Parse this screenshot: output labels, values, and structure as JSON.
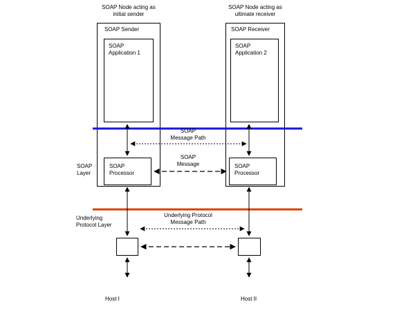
{
  "colors": {
    "soap_layer_line": "#1717e0",
    "protocol_layer_line": "#e03c00"
  },
  "captions": {
    "left_node": "SOAP Node acting as\ninitial sender",
    "right_node": "SOAP Node acting as\nultimate receiver"
  },
  "boxes": {
    "sender": "SOAP Sender",
    "receiver": "SOAP Receiver",
    "app1": "SOAP\nApplication 1",
    "app2": "SOAP\nApplication 2",
    "processor_left": "SOAP\nProcessor",
    "processor_right": "SOAP\nProcessor"
  },
  "labels": {
    "soap_message_path": "SOAP\nMessage Path",
    "soap_message": "SOAP\nMessage",
    "soap_layer": "SOAP\nLayer",
    "underlying_protocol_layer": "Underlying\nProtocol Layer",
    "underlying_protocol_message_path": "Underlying Protocol\nMessage Path",
    "host_left": "Host I",
    "host_right": "Host II"
  }
}
